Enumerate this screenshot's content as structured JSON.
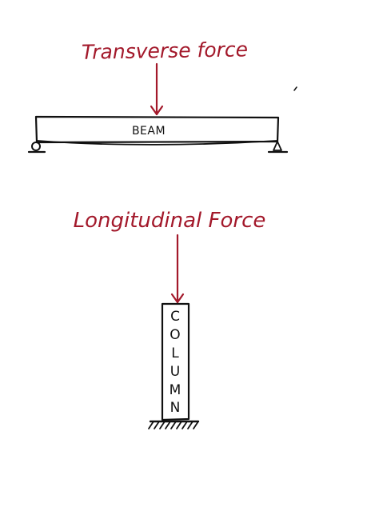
{
  "beam_diagram": {
    "force_label": "Transverse force",
    "member_label": "BEAM"
  },
  "column_diagram": {
    "force_label": "Longitudinal Force",
    "member_letters": [
      "C",
      "O",
      "L",
      "U",
      "M",
      "N"
    ]
  },
  "colors": {
    "annotation": "#a3192b",
    "structure": "#111111",
    "background": "#ffffff"
  }
}
